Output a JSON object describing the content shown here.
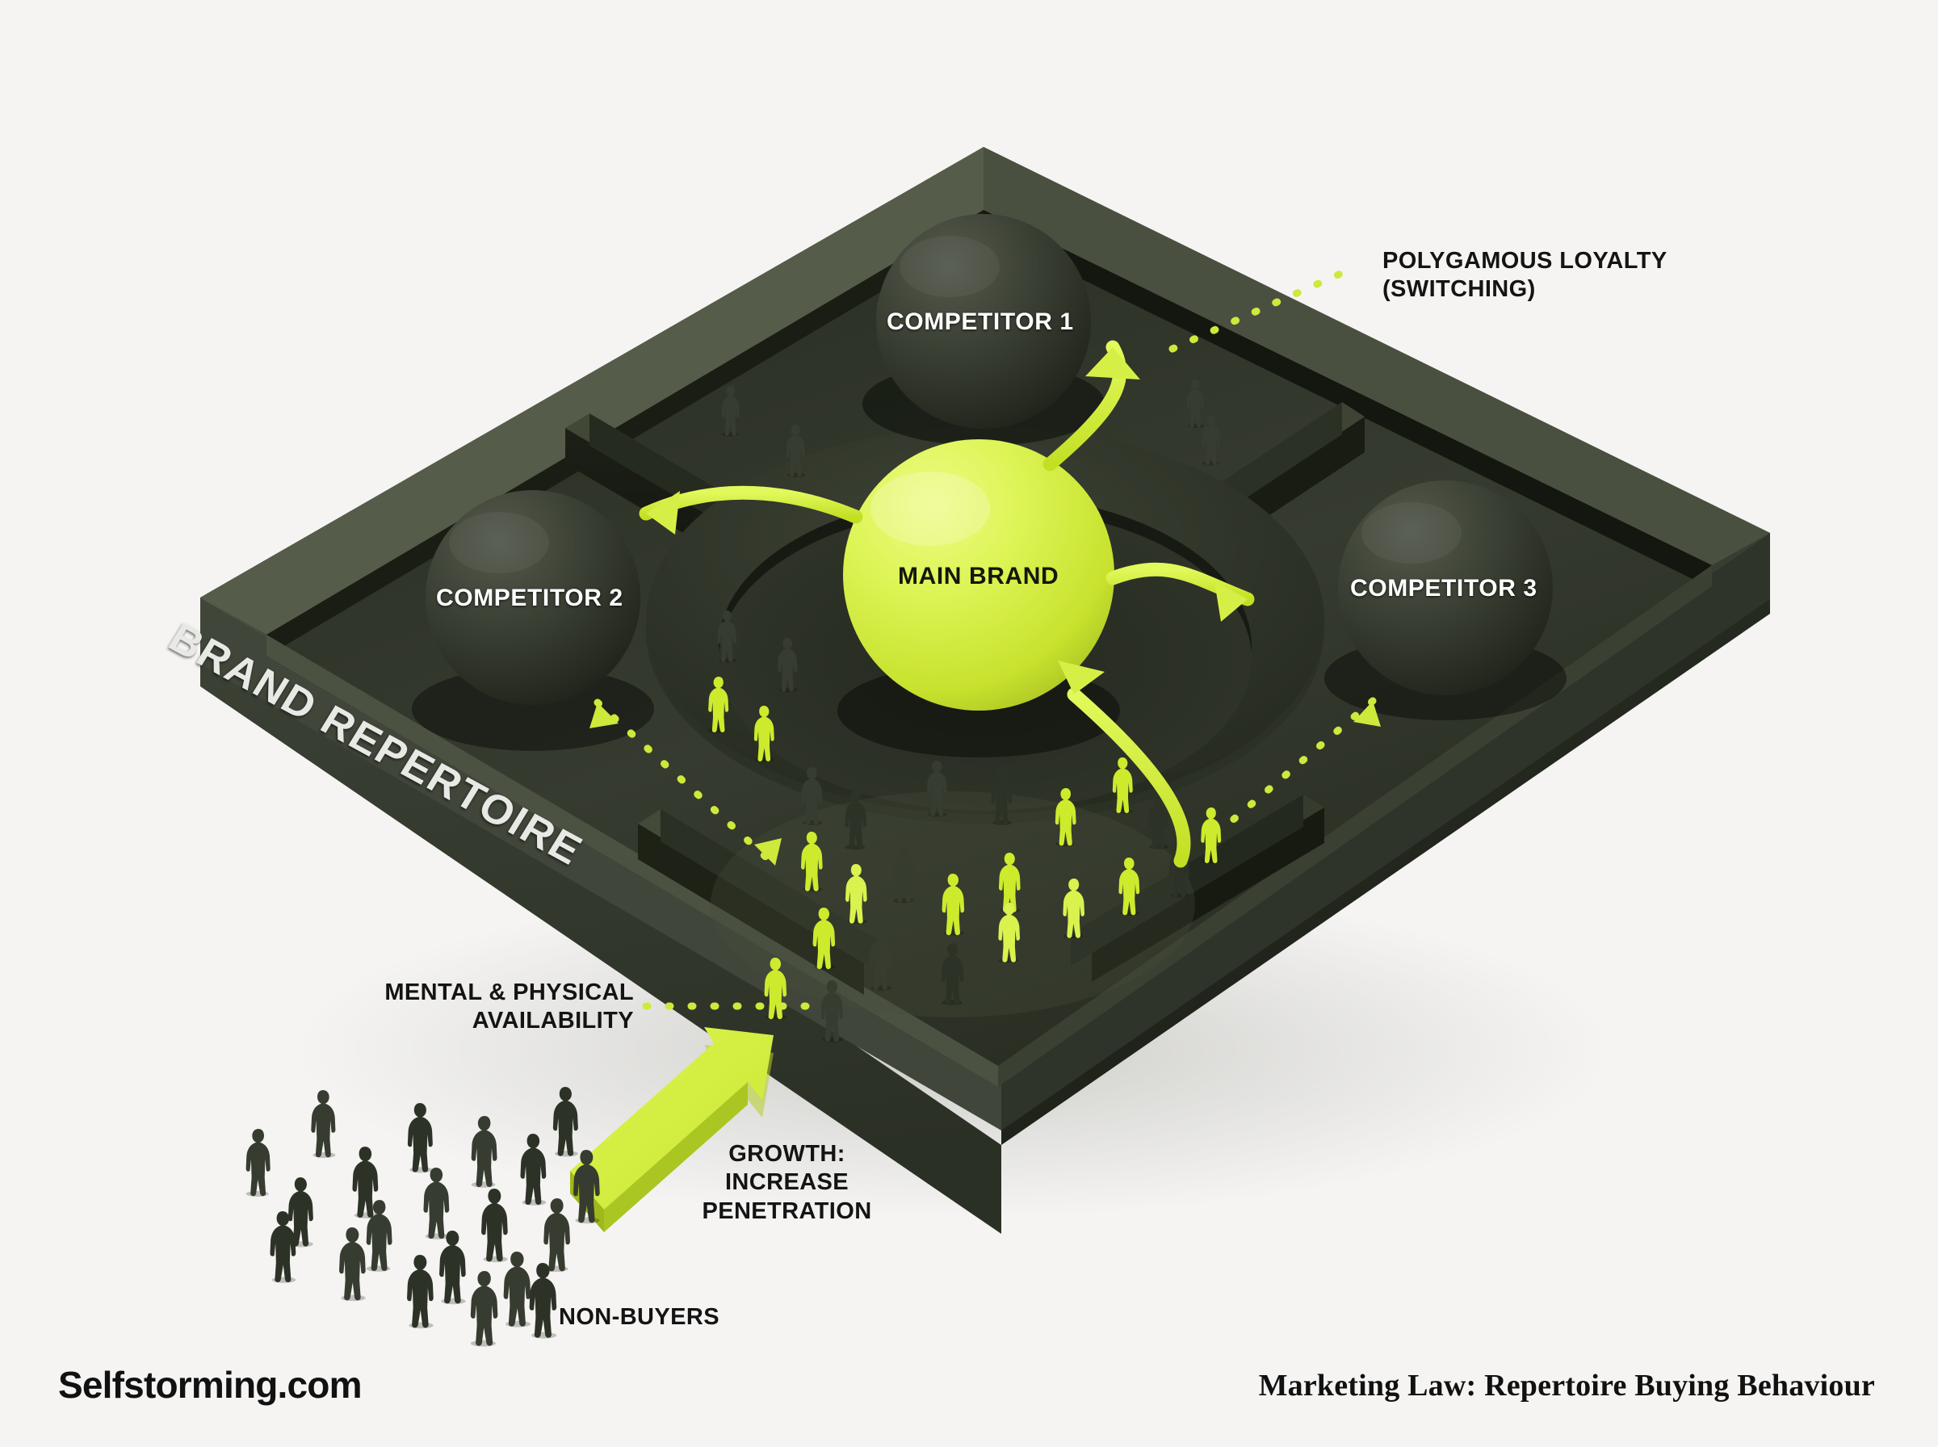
{
  "meta": {
    "background_color": "#f5f4f3",
    "accent_lime": "#d4ec3c",
    "accent_lime_bright": "#d9f24d",
    "dark_board": "#3a4034",
    "dark_sphere": "#33382f",
    "text_dark": "#141414",
    "text_light": "#ffffff"
  },
  "board": {
    "side_label": "BRAND REPERTOIRE"
  },
  "spheres": {
    "main": {
      "label": "MAIN BRAND",
      "color": "#d2ea3a",
      "text_color": "#15180a"
    },
    "competitor_1": {
      "label": "COMPETITOR 1",
      "color": "#33382f",
      "text_color": "#ffffff"
    },
    "competitor_2": {
      "label": "COMPETITOR 2",
      "color": "#33382f",
      "text_color": "#ffffff"
    },
    "competitor_3": {
      "label": "COMPETITOR 3",
      "color": "#33382f",
      "text_color": "#ffffff"
    }
  },
  "callouts": {
    "polygamous_loyalty": "POLYGAMOUS LOYALTY\n(SWITCHING)",
    "mental_physical_availability": "MENTAL & PHYSICAL\nAVAILABILITY",
    "growth_penetration": "GROWTH: INCREASE\nPENETRATION",
    "non_buyers": "NON-BUYERS"
  },
  "footer": {
    "brand": "Selfstorming.com",
    "caption": "Marketing Law: Repertoire Buying Behaviour"
  },
  "chart_data": {
    "type": "diagram",
    "title": "Marketing Law: Repertoire Buying Behaviour",
    "description": "Isometric 3D board showing a brand repertoire as a four-chamber tray with a central circular arena.",
    "nodes": [
      {
        "id": "main_brand",
        "label": "MAIN BRAND",
        "role": "focal-brand",
        "color": "#d2ea3a",
        "chamber": "center"
      },
      {
        "id": "competitor_1",
        "label": "COMPETITOR 1",
        "role": "competitor",
        "color": "#33382f",
        "chamber": "top"
      },
      {
        "id": "competitor_2",
        "label": "COMPETITOR 2",
        "role": "competitor",
        "color": "#33382f",
        "chamber": "left"
      },
      {
        "id": "competitor_3",
        "label": "COMPETITOR 3",
        "role": "competitor",
        "color": "#33382f",
        "chamber": "right"
      }
    ],
    "flows": [
      {
        "from": "main_brand",
        "to": "competitor_1",
        "style": "curved-arrow",
        "meaning": "switching"
      },
      {
        "from": "main_brand",
        "to": "competitor_2",
        "style": "curved-arrow",
        "meaning": "switching"
      },
      {
        "from": "main_brand",
        "to": "competitor_3",
        "style": "curved-arrow",
        "meaning": "switching"
      },
      {
        "from": "competitor_1",
        "to": "main_brand",
        "style": "curved-arrow",
        "meaning": "switching back"
      },
      {
        "from": "non_buyers",
        "to": "main_brand",
        "style": "thick-block-arrow",
        "meaning": "growth: increase penetration"
      }
    ],
    "annotations": [
      {
        "label": "POLYGAMOUS LOYALTY (SWITCHING)",
        "points_to": "switching arrows",
        "leader": "dotted"
      },
      {
        "label": "MENTAL & PHYSICAL AVAILABILITY",
        "points_to": "buyers entering repertoire",
        "leader": "dotted"
      },
      {
        "label": "GROWTH: INCREASE PENETRATION",
        "points_to": "entry arrow",
        "leader": "none"
      },
      {
        "label": "NON-BUYERS",
        "points_to": "outside crowd",
        "leader": "none"
      },
      {
        "label": "BRAND REPERTOIRE",
        "points_to": "board side wall",
        "leader": "none"
      }
    ],
    "population": {
      "non_buyers_outside": 20,
      "buyers_inside_lime": 14,
      "buyers_inside_dark": 12
    }
  }
}
